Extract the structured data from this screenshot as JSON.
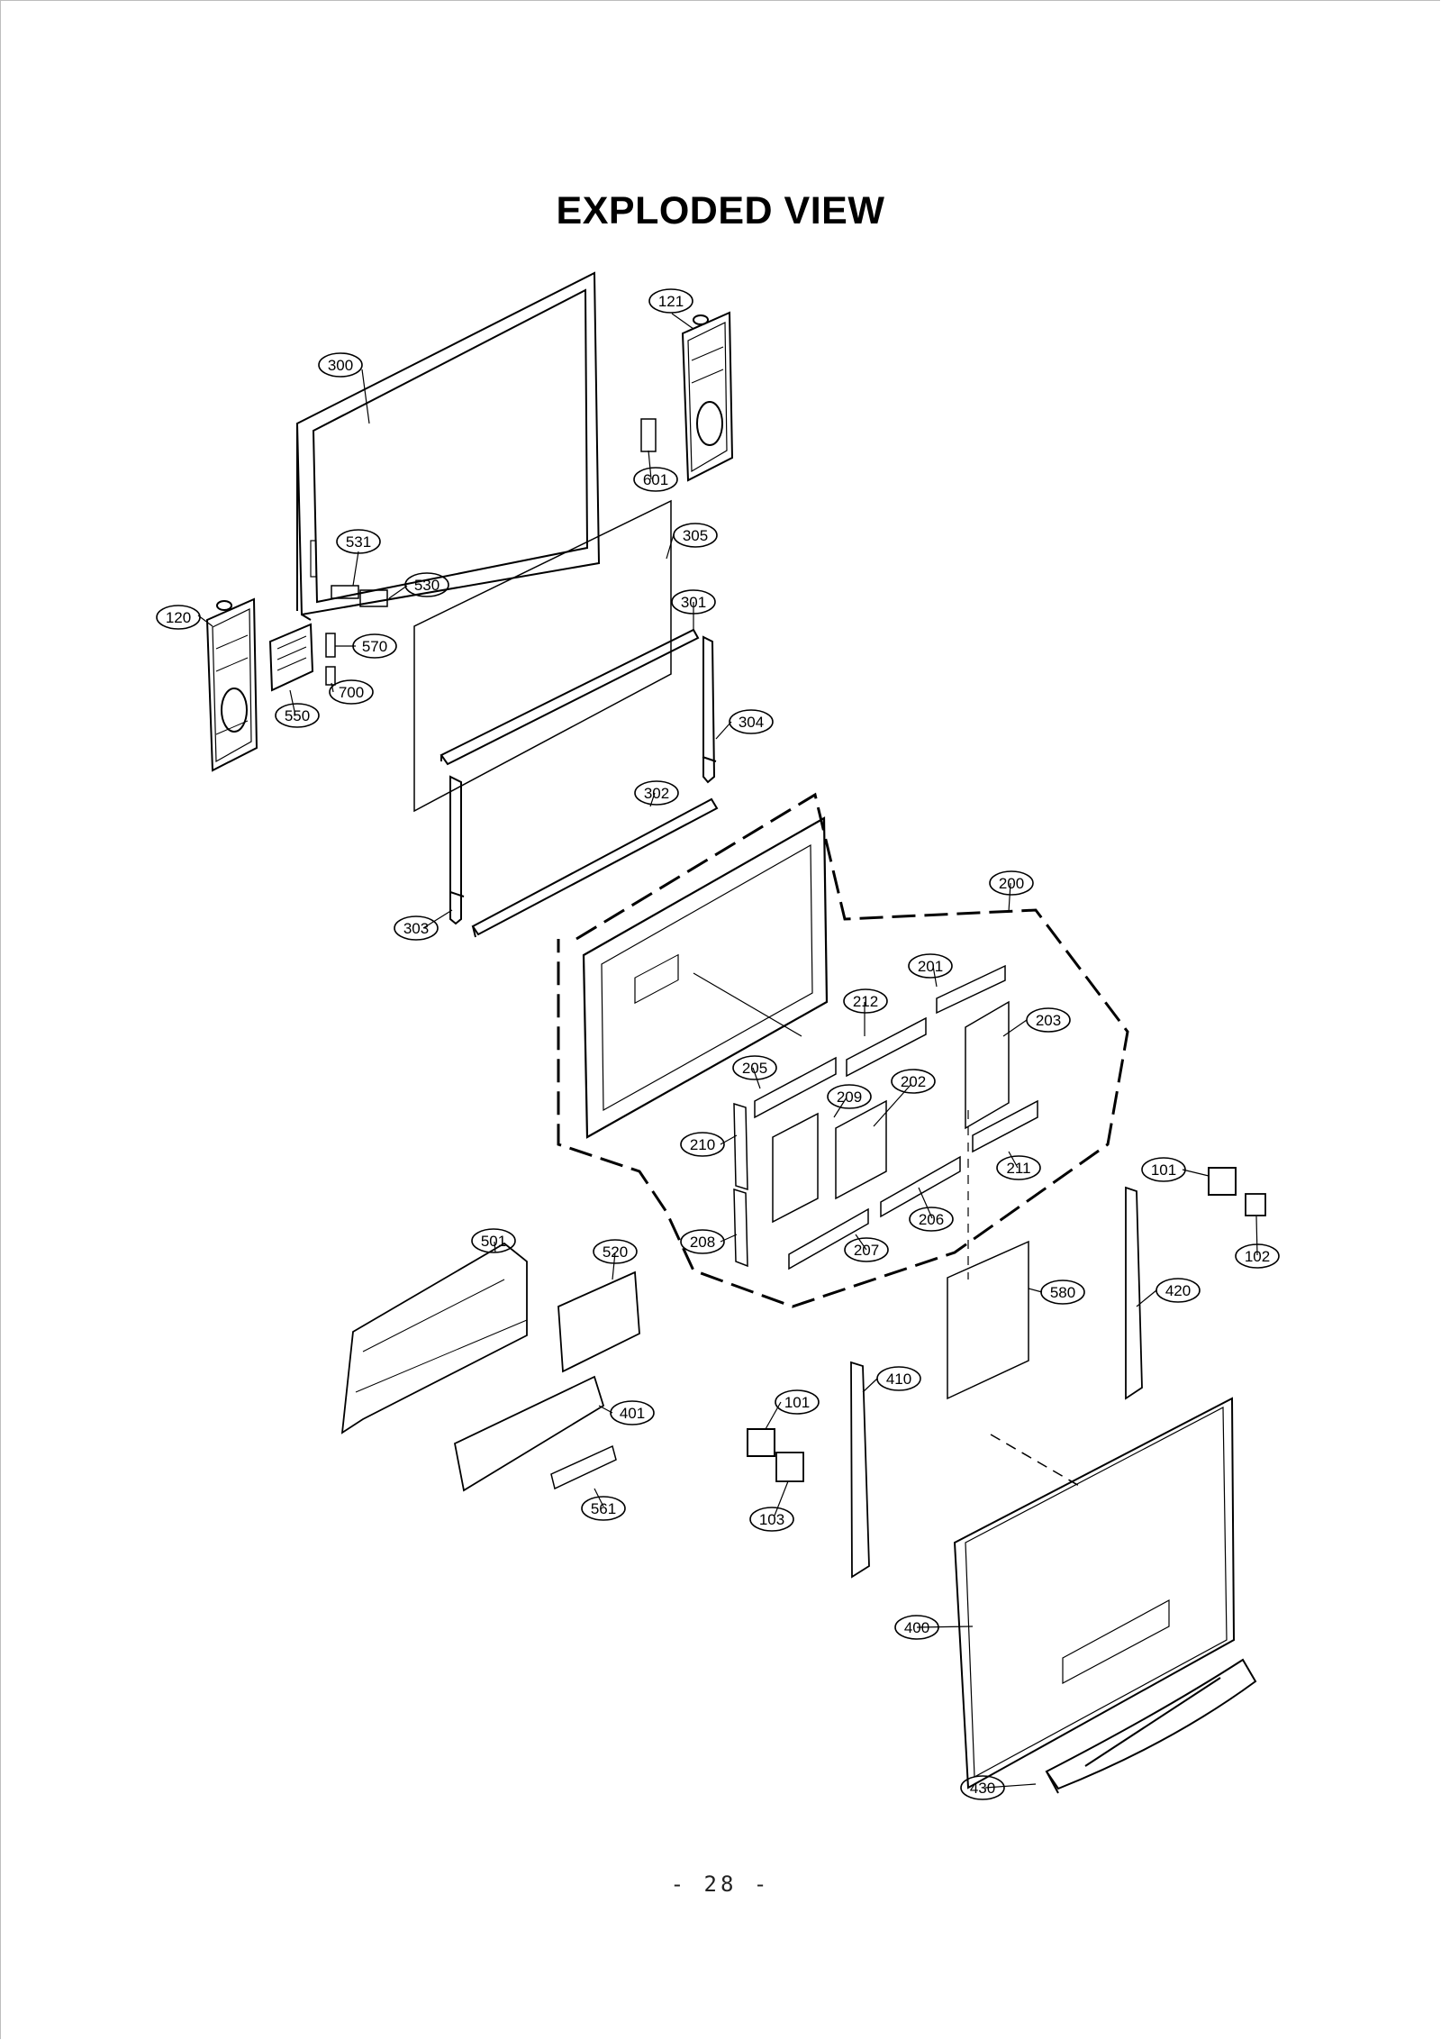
{
  "title": "EXPLODED VIEW",
  "page_number": "- 28 -",
  "callouts": [
    {
      "id": "c121",
      "label": "121"
    },
    {
      "id": "c300",
      "label": "300"
    },
    {
      "id": "c601",
      "label": "601"
    },
    {
      "id": "c531",
      "label": "531"
    },
    {
      "id": "c305",
      "label": "305"
    },
    {
      "id": "c530",
      "label": "530"
    },
    {
      "id": "c120",
      "label": "120"
    },
    {
      "id": "c301",
      "label": "301"
    },
    {
      "id": "c570",
      "label": "570"
    },
    {
      "id": "c700",
      "label": "700"
    },
    {
      "id": "c550",
      "label": "550"
    },
    {
      "id": "c304",
      "label": "304"
    },
    {
      "id": "c302",
      "label": "302"
    },
    {
      "id": "c303",
      "label": "303"
    },
    {
      "id": "c200",
      "label": "200"
    },
    {
      "id": "c201",
      "label": "201"
    },
    {
      "id": "c212",
      "label": "212"
    },
    {
      "id": "c203",
      "label": "203"
    },
    {
      "id": "c205",
      "label": "205"
    },
    {
      "id": "c209",
      "label": "209"
    },
    {
      "id": "c202",
      "label": "202"
    },
    {
      "id": "c210",
      "label": "210"
    },
    {
      "id": "c211",
      "label": "211"
    },
    {
      "id": "c206",
      "label": "206"
    },
    {
      "id": "c208",
      "label": "208"
    },
    {
      "id": "c207",
      "label": "207"
    },
    {
      "id": "c101a",
      "label": "101"
    },
    {
      "id": "c102",
      "label": "102"
    },
    {
      "id": "c501",
      "label": "501"
    },
    {
      "id": "c520",
      "label": "520"
    },
    {
      "id": "c580",
      "label": "580"
    },
    {
      "id": "c420",
      "label": "420"
    },
    {
      "id": "c410",
      "label": "410"
    },
    {
      "id": "c101b",
      "label": "101"
    },
    {
      "id": "c401",
      "label": "401"
    },
    {
      "id": "c103",
      "label": "103"
    },
    {
      "id": "c561",
      "label": "561"
    },
    {
      "id": "c400",
      "label": "400"
    },
    {
      "id": "c430",
      "label": "430"
    }
  ]
}
